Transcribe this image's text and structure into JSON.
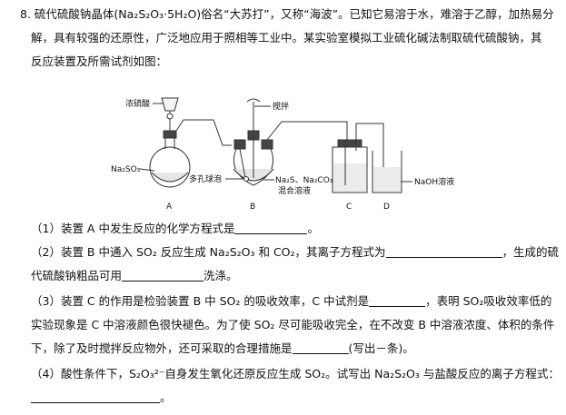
{
  "question": {
    "number": "8.",
    "intro_line1": "硫代硫酸钠晶体(Na₂S₂O₃·5H₂O)俗名“大苏打”，又称“海波”。已知它易溶于水，难溶于乙醇，加热易分",
    "intro_line2": "解，具有较强的还原性，广泛地应用于照相等工业中。某实验室模拟工业硫化碱法制取硫代硫酸钠，其",
    "intro_line3": "反应装置及所需试剂如图："
  },
  "diagram": {
    "label_acid": "浓硫酸",
    "label_stir": "搅拌",
    "label_na2so3": "Na₂SO₃",
    "label_porous": "多孔球泡",
    "label_mix1": "Na₂S、Na₂CO₃",
    "label_mix2": "混合溶液",
    "label_naoh": "NaOH溶液",
    "label_A": "A",
    "label_B": "B",
    "label_C": "C",
    "label_D": "D"
  },
  "parts": {
    "p1_a": "（1）装置 A 中发生反应的化学方程式是",
    "p1_b": "。",
    "p2_a": "（2）装置 B 中通入 SO₂ 反应生成 Na₂S₂O₃ 和 CO₂，其离子方程式为",
    "p2_b": "，生成的硫",
    "p2_c": "代硫酸钠粗品可用",
    "p2_d": "洗涤。",
    "p3_a": "（3）装置 C 的作用是检验装置 B 中 SO₂ 的吸收效率，C 中试剂是",
    "p3_b": "，表明 SO₂吸收效率低的",
    "p3_c": "实验现象是 C 中溶液颜色很快褪色。为了使 SO₂ 尽可能吸收完全，在不改变 B 中溶液浓度、体积的条件",
    "p3_d": "下，除了及时搅拌反应物外，还可采取的合理措施是",
    "p3_e": "(写出－条)。",
    "p4_a": "（4）酸性条件下，S₂O₃²⁻自身发生氧化还原反应生成 SO₂。试写出 Na₂S₂O₃ 与盐酸反应的离子方程式：",
    "p4_b": "。"
  }
}
